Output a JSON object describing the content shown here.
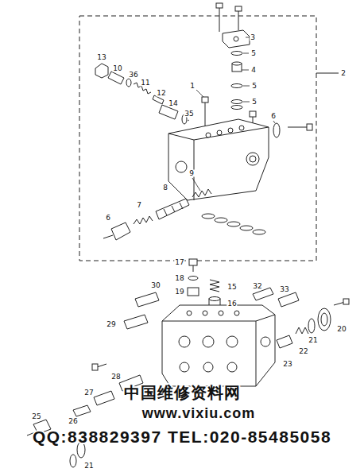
{
  "diagram": {
    "labels": [
      "3",
      "5",
      "4",
      "5",
      "5",
      "2",
      "13",
      "10",
      "36",
      "11",
      "12",
      "14",
      "1",
      "35",
      "6",
      "9",
      "8",
      "7",
      "6",
      "17",
      "18",
      "19",
      "30",
      "15",
      "16",
      "32",
      "33",
      "29",
      "20",
      "21",
      "22",
      "23",
      "28",
      "27",
      "26",
      "25",
      "21",
      "中国维修资料网",
      "www.vixiu.com",
      "QQ:838829397 TEL:020-85485058"
    ]
  }
}
